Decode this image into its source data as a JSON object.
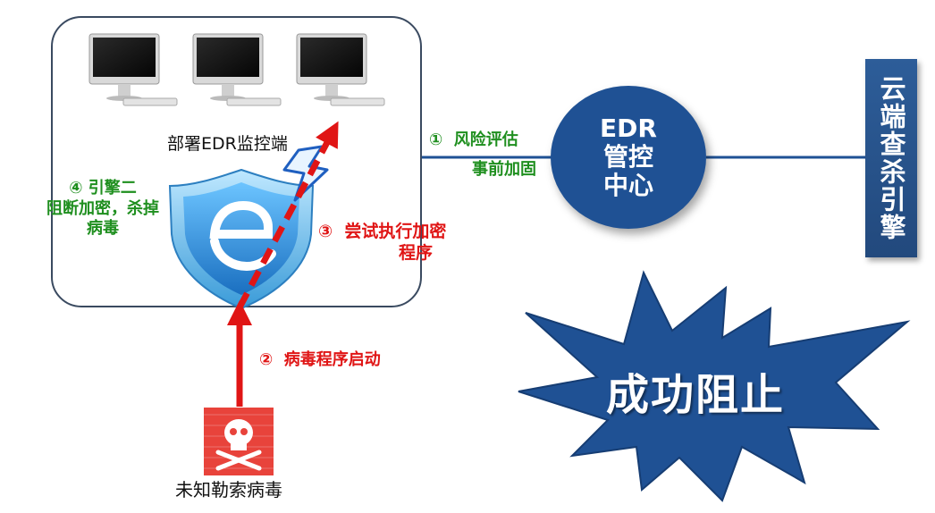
{
  "monitor_box": {
    "label": "部署EDR监控端",
    "monitor_count": 3
  },
  "edr_center": {
    "label": "EDR\n管控\n中心"
  },
  "cloud_engine": {
    "label": "云端查杀引擎"
  },
  "steps": {
    "step1": {
      "number": "①",
      "line1": "风险评估",
      "line2": "事前加固"
    },
    "step2": {
      "number": "②",
      "text": "病毒程序启动"
    },
    "step3": {
      "number": "③",
      "line1": "尝试执行加密",
      "line2": "程序"
    },
    "step4": {
      "number": "④",
      "line1": "引擎二",
      "line2": "阻断加密，杀掉",
      "line3": "病毒"
    }
  },
  "virus": {
    "label": "未知勒索病毒"
  },
  "result": {
    "label": "成功阻止"
  },
  "colors": {
    "green": "#1f8f1f",
    "red": "#e01515",
    "navy": "#1f5194"
  }
}
